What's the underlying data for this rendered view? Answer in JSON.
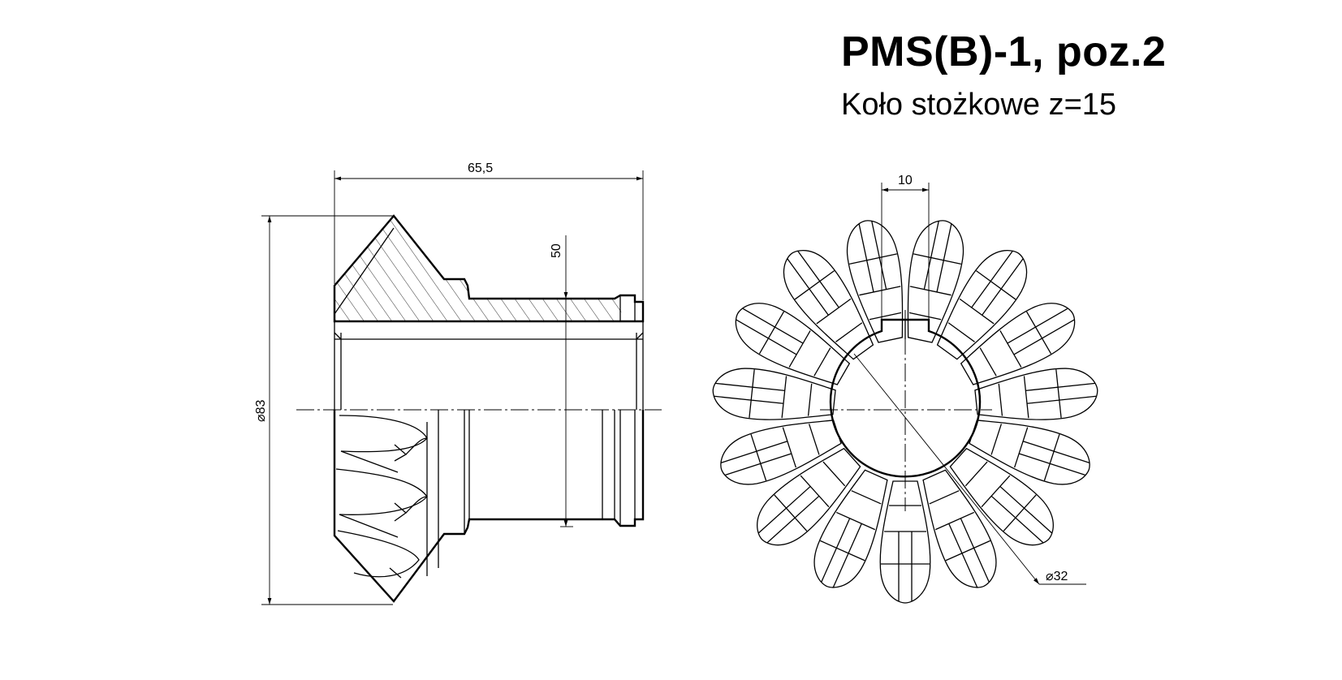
{
  "drawing": {
    "title": "PMS(B)-1, poz.2",
    "subtitle": "Koło stożkowe z=15"
  },
  "dimensions": {
    "overall_length": "65,5",
    "outer_diameter": "83",
    "hub_diameter": "50",
    "keyway_width": "10",
    "bore_diameter": "32",
    "diameter_symbol": "⌀"
  },
  "gear": {
    "tooth_count": 15
  }
}
